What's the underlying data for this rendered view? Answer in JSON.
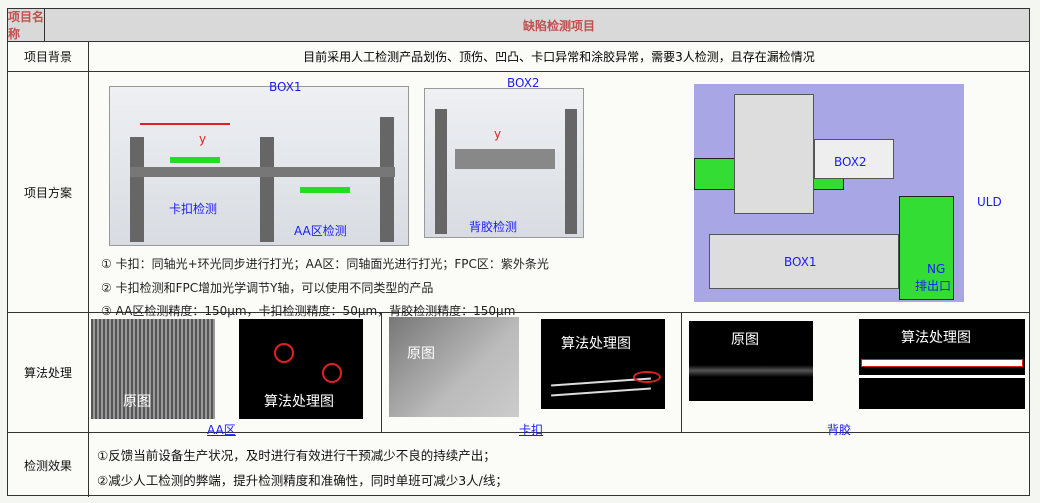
{
  "header": {
    "name_label": "项目名称",
    "project_title": "缺陷检测项目"
  },
  "background": {
    "label": "项目背景",
    "text": "目前采用人工检测产品划伤、顶伤、凹凸、卡口异常和涂胶异常，需要3人检测，且存在漏检情况"
  },
  "solution": {
    "label": "项目方案",
    "box1": {
      "title": "BOX1",
      "axis": "y",
      "caption1": "卡扣检测",
      "caption2": "AA区检测"
    },
    "box2": {
      "title": "BOX2",
      "axis": "y",
      "caption": "背胶检测"
    },
    "layout": {
      "box2": "BOX2",
      "box1": "BOX1",
      "uld": "ULD",
      "ng": "NG",
      "ng_exit": "排出口"
    },
    "notes": [
      "① 卡扣：同轴光+环光同步进行打光；AA区：同轴面光进行打光；FPC区：紫外条光",
      "② 卡扣检测和FPC增加光学调节Y轴，可以使用不同类型的产品",
      "③ AA区检测精度：150μm，卡扣检测精度：50μm，背胶检测精度：150μm"
    ]
  },
  "algorithm": {
    "label": "算法处理",
    "panels": [
      {
        "original": "原图",
        "processed": "算法处理图",
        "caption": "AA区"
      },
      {
        "original": "原图",
        "processed": "算法处理图",
        "caption": "卡扣"
      },
      {
        "original": "原图",
        "processed": "算法处理图",
        "caption": "背胶"
      }
    ]
  },
  "effect": {
    "label": "检测效果",
    "items": [
      "①反馈当前设备生产状况，及时进行有效进行干预减少不良的持续产出；",
      "②减少人工检测的弊端，提升检测精度和准确性，同时单班可减少3人/线；"
    ]
  },
  "colors": {
    "header_text": "#c0504d",
    "annotation_blue": "#1a1aff",
    "marker_red": "#e02020",
    "conveyor_green": "#33dd33",
    "layout_bg": "#a9a6e6"
  }
}
